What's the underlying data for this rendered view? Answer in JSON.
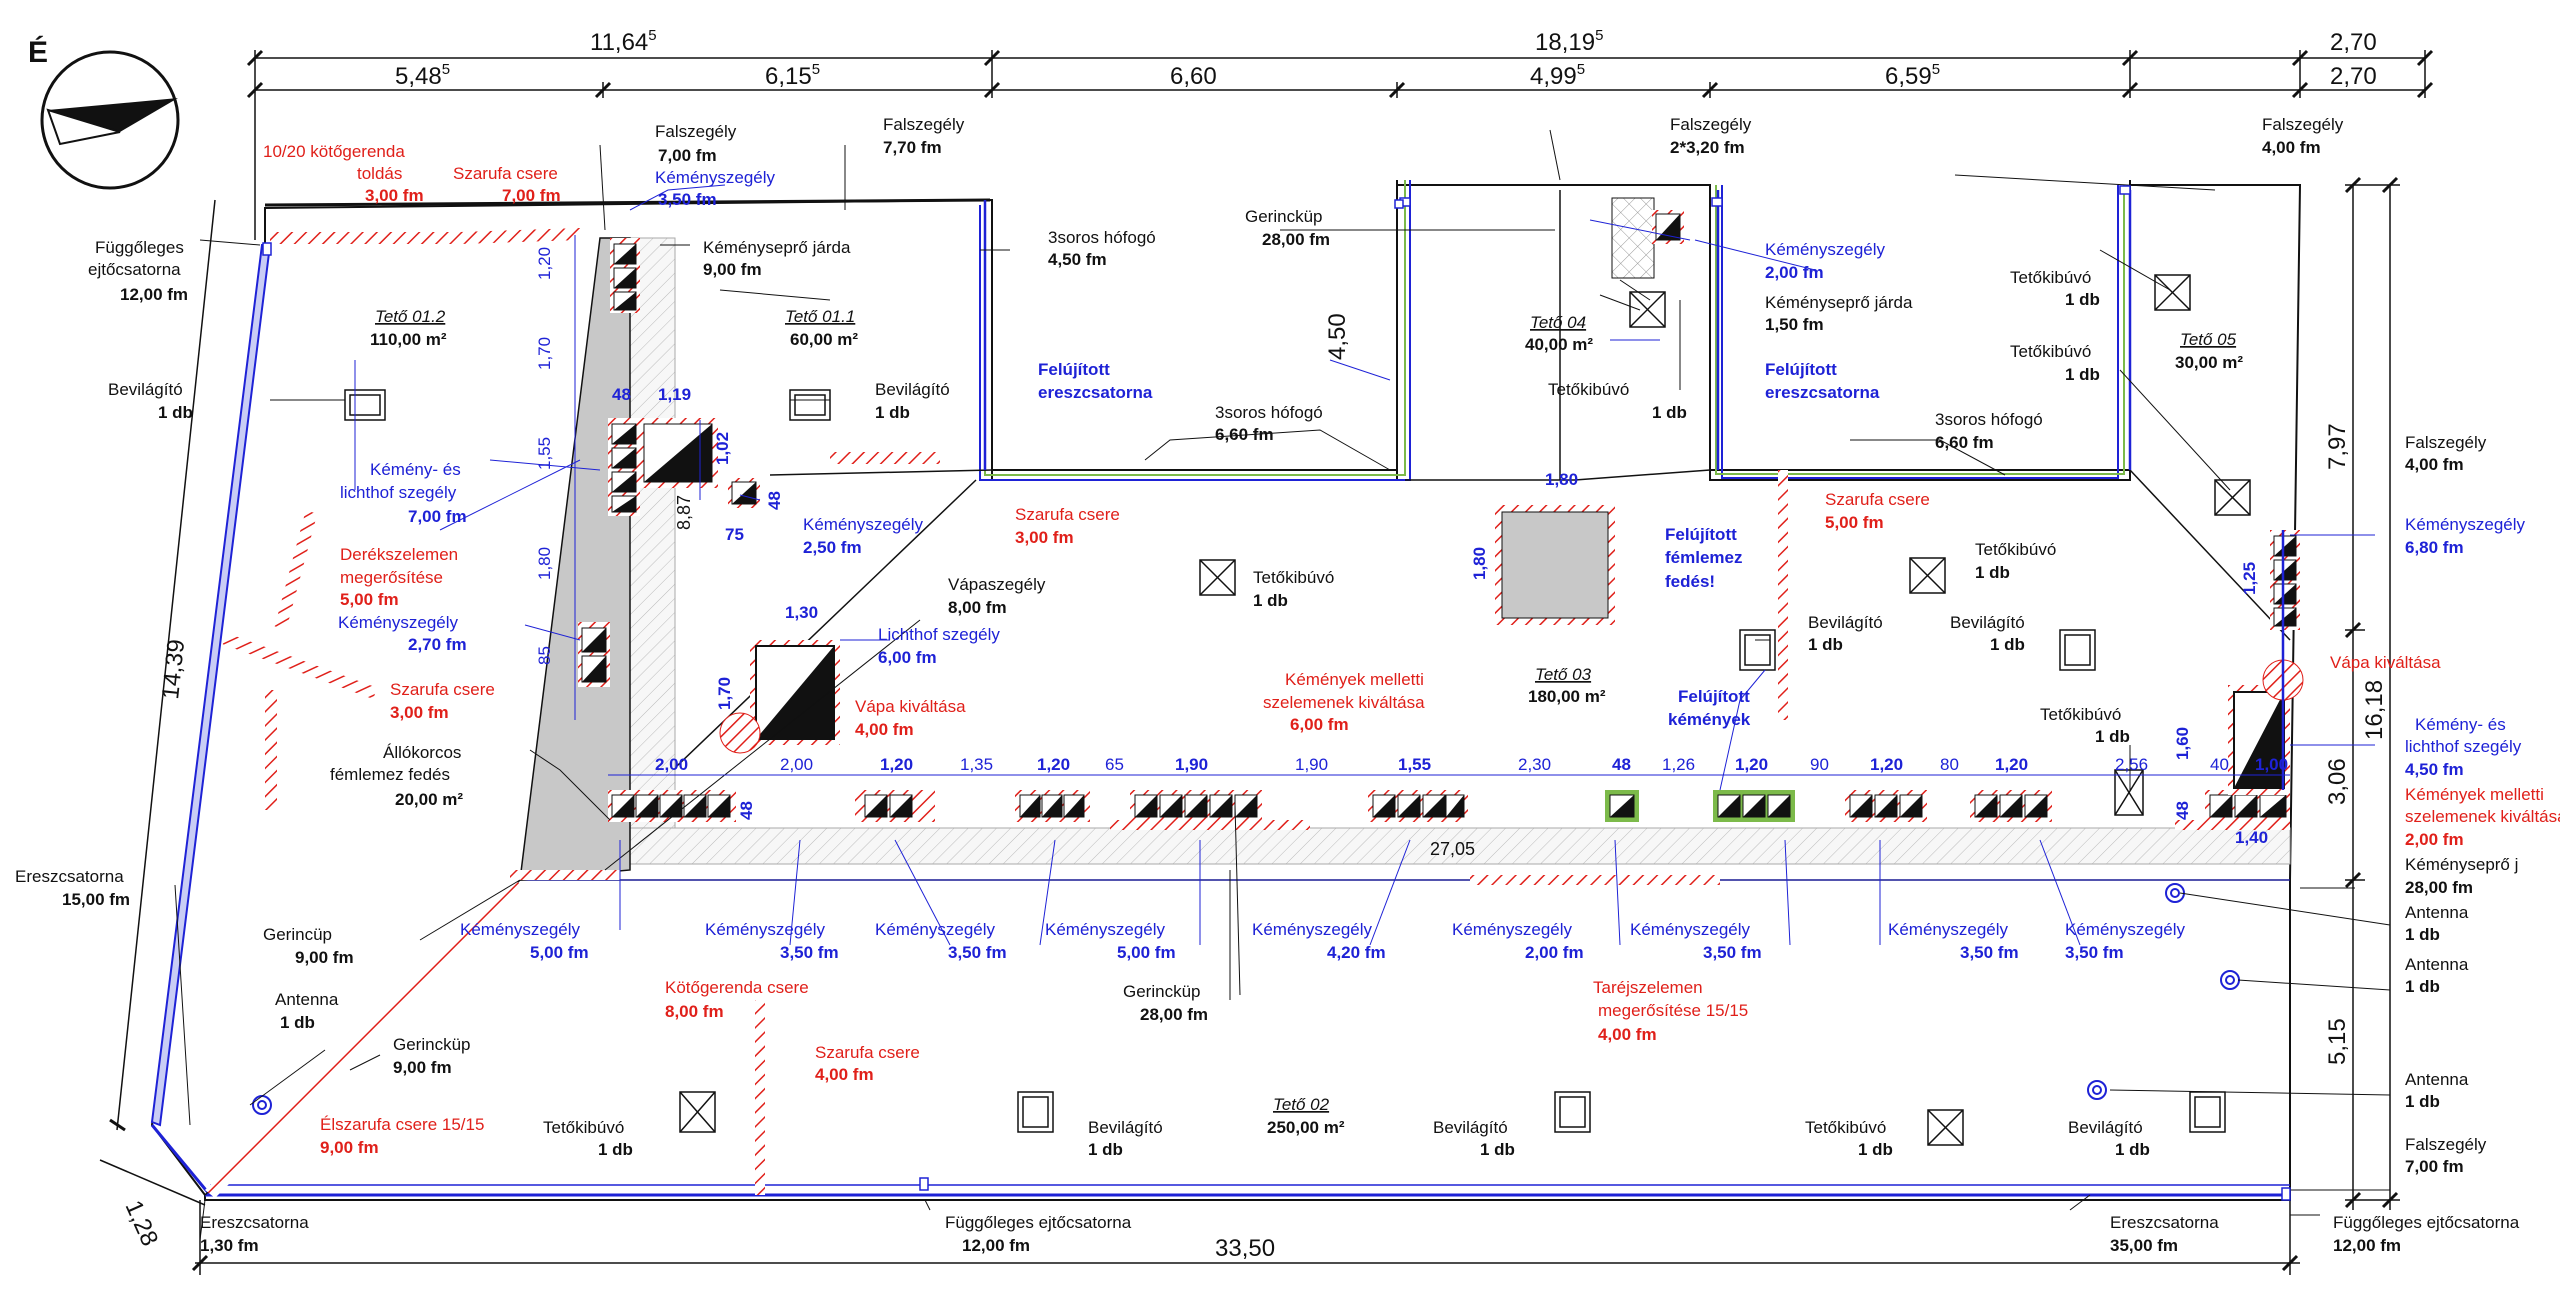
{
  "north_label": "É",
  "dims": {
    "top_total": [
      {
        "base": "11,64",
        "sup": "5"
      },
      {
        "base": "18,19",
        "sup": "5"
      },
      {
        "base": "2,70",
        "sup": ""
      }
    ],
    "top_segments": [
      {
        "base": "5,48",
        "sup": "5"
      },
      {
        "base": "6,15",
        "sup": "5"
      },
      {
        "base": "6,60",
        "sup": ""
      },
      {
        "base": "4,99",
        "sup": "5"
      },
      {
        "base": "6,59",
        "sup": "5"
      },
      {
        "base": "2,70",
        "sup": ""
      }
    ],
    "bottom_total": "33,50",
    "left_total": "14,39",
    "left_corner": "1,28",
    "right_total": "16,18",
    "right_segments": [
      "7,97",
      "3,06",
      "5,15"
    ],
    "court_depth": "4,50",
    "chimney_col": [
      "1,20",
      "1,70",
      "1,55",
      "1,80",
      "85"
    ],
    "chimney_blue": [
      "48",
      "1,19",
      "1,02",
      "48",
      "75",
      "8,87"
    ],
    "row_top": [
      "2,00",
      "2,00",
      "1,20",
      "1,35",
      "1,20",
      "65",
      "1,90",
      "1,90",
      "1,55",
      "2,30",
      "48",
      "1,26",
      "1,20",
      "90",
      "1,20",
      "80",
      "1,20",
      "2,56",
      "40",
      "1,00"
    ],
    "row_side": [
      "48",
      "48",
      "1,60",
      "1,25"
    ],
    "row_len": "27,05",
    "right_small": "1,40",
    "lichthof": [
      "1,30",
      "1,70"
    ],
    "dome": [
      "1,80",
      "1,80"
    ]
  },
  "roofs": [
    {
      "name": "Tető 01.2",
      "area": "110,00 m²"
    },
    {
      "name": "Tető 01.1",
      "area": "60,00 m²"
    },
    {
      "name": "Tető 04",
      "area": "40,00 m²"
    },
    {
      "name": "Tető 05",
      "area": "30,00 m²"
    },
    {
      "name": "Tető 03",
      "area": "180,00 m²"
    },
    {
      "name": "Tető 02",
      "area": "250,00 m²"
    }
  ],
  "labels": {
    "koto_toldas": [
      "10/20 kötőgerenda",
      "toldás",
      "3,00 fm"
    ],
    "szarufa_top": [
      "Szarufa csere",
      "7,00 fm"
    ],
    "falszegely1": [
      "Falszegély",
      "7,00 fm"
    ],
    "kemeny_top": [
      "Kéményszegély",
      "3,50 fm"
    ],
    "falszegely2": [
      "Falszegély",
      "7,70 fm"
    ],
    "kemenyepro1": [
      "Kéményseprő járda",
      "9,00 fm"
    ],
    "hofogo1": [
      "3soros hófogó",
      "4,50 fm"
    ],
    "fugg_left": [
      "Függőleges",
      "ejtőcsatorna",
      "12,00 fm"
    ],
    "bevil1": [
      "Bevilágító",
      "1 db"
    ],
    "bevil2": [
      "Bevilágító",
      "1 db"
    ],
    "felujitott1": [
      "Felújított",
      "ereszcsatorna"
    ],
    "hofogo2": [
      "3soros hófogó",
      "6,60 fm"
    ],
    "kemeny_lichthof": [
      "Kémény- és",
      "lichthof szegély",
      "7,00 fm"
    ],
    "kemeny250": [
      "Kéményszegély",
      "2,50 fm"
    ],
    "szarufa_300a": [
      "Szarufa csere",
      "3,00 fm"
    ],
    "derekszelemen": [
      "Derékszelemen",
      "megerősítése",
      "5,00 fm"
    ],
    "kemeny270": [
      "Kéményszegély",
      "2,70 fm"
    ],
    "szarufa_300b": [
      "Szarufa csere",
      "3,00 fm"
    ],
    "allokorcos": [
      "Állókorcos",
      "fémlemez fedés",
      "20,00 m²"
    ],
    "vapaszegely": [
      "Vápaszegély",
      "8,00 fm"
    ],
    "lichthof": [
      "Lichthof szegély",
      "6,00 fm"
    ],
    "vapa_kivaltas1": [
      "Vápa kiváltása",
      "4,00 fm"
    ],
    "tetokibuvo1": [
      "Tetőkibúvó",
      "1 db"
    ],
    "gerinckup_top": [
      "Gerincküp",
      "28,00 fm"
    ],
    "falszegely3": [
      "Falszegély",
      "2*3,20 fm"
    ],
    "kemeny200a": [
      "Kéményszegély",
      "2,00 fm"
    ],
    "kemenyepro2": [
      "Kéményseprő járda",
      "1,50 fm"
    ],
    "tetokibuvo2": [
      "Tetőkibúvó",
      "1 db"
    ],
    "felujitott2": [
      "Felújított",
      "ereszcsatorna"
    ],
    "hofogo3": [
      "3soros hófogó",
      "6,60 fm"
    ],
    "felujitott_fem": [
      "Felújított",
      "fémlemez",
      "fedés!"
    ],
    "szarufa_500": [
      "Szarufa csere",
      "5,00 fm"
    ],
    "tetokibuvo3": [
      "Tetőkibúvó",
      "1 db"
    ],
    "bevil3": [
      "Bevilágító",
      "1 db"
    ],
    "bevil4": [
      "Bevilágító",
      "1 db"
    ],
    "kemenyek_melletti": [
      "Kémények melletti",
      "szelemenek kiváltása",
      "6,00 fm"
    ],
    "felujitott_kem": [
      "Felújított",
      "kémények"
    ],
    "falszegely4": [
      "Falszegély",
      "4,00 fm"
    ],
    "tetokibuvo4": [
      "Tetőkibúvó",
      "1 db"
    ],
    "tetokibuvo5": [
      "Tetőkibúvó",
      "1 db"
    ],
    "falszegely5": [
      "Falszegély",
      "4,00 fm"
    ],
    "kemeny680": [
      "Kéményszegély",
      "6,80 fm"
    ],
    "vapa_kivaltas2": [
      "Vápa kiváltása"
    ],
    "tetokibuvo6": [
      "Tetőkibúvó",
      "1 db"
    ],
    "kemeny_lichthof2": [
      "Kémény- és",
      "lichthof szegély",
      "4,50 fm"
    ],
    "kemenyek_melletti2": [
      "Kémények melletti",
      "szelemenek kiváltása",
      "2,00 fm"
    ],
    "kemenyepro3": [
      "Kéményseprő j",
      "28,00 fm"
    ],
    "antenna1": [
      "Antenna",
      "1 db"
    ],
    "antenna2": [
      "Antenna",
      "1 db"
    ],
    "antenna3": [
      "Antenna",
      "1 db"
    ],
    "antenna4": [
      "Antenna",
      "1 db"
    ],
    "falszegely6": [
      "Falszegély",
      "7,00 fm"
    ],
    "ereszcs_left": [
      "Ereszcsatorna",
      "15,00 fm"
    ],
    "gerinckup9a": [
      "Gerincüp",
      "9,00 fm"
    ],
    "gerinckup9b": [
      "Gerincküp",
      "9,00 fm"
    ],
    "elszarufa": [
      "Élszarufa csere 15/15",
      "9,00 fm"
    ],
    "kb_500": [
      "Kéményszegély",
      "5,00 fm"
    ],
    "kb_350a": [
      "Kéményszegély",
      "3,50 fm"
    ],
    "kb_350b": [
      "Kéményszegély",
      "3,50 fm"
    ],
    "kb_500b": [
      "Kéményszegély",
      "5,00 fm"
    ],
    "kb_420": [
      "Kéményszegély",
      "4,20 fm"
    ],
    "kb_200": [
      "Kéményszegély",
      "2,00 fm"
    ],
    "kb_350c": [
      "Kéményszegély",
      "3,50 fm"
    ],
    "kb_350d": [
      "Kéményszegély",
      "3,50 fm"
    ],
    "kb_350e": [
      "Kéményszegély",
      "3,50 fm"
    ],
    "kotogerenda": [
      "Kötőgerenda csere",
      "8,00 fm"
    ],
    "szarufa_400": [
      "Szarufa csere",
      "4,00 fm"
    ],
    "gerinckup28": [
      "Gerincküp",
      "28,00 fm"
    ],
    "tarej": [
      "Taréjszelemen",
      "megerősítése 15/15",
      "4,00 fm"
    ],
    "tk_b1": [
      "Tetőkibúvó",
      "1 db"
    ],
    "bv_b1": [
      "Bevilágító",
      "1 db"
    ],
    "bv_b2": [
      "Bevilágító",
      "1 db"
    ],
    "tk_b2": [
      "Tetőkibúvó",
      "1 db"
    ],
    "bv_b3": [
      "Bevilágító",
      "1 db"
    ],
    "eresz130": [
      "Ereszcsatorna",
      "1,30 fm"
    ],
    "fugg_bottom": [
      "Függőleges ejtőcsatorna",
      "12,00 fm"
    ],
    "eresz3500": [
      "Ereszcsatorna",
      "35,00 fm"
    ],
    "fugg_right": [
      "Függőleges ejtőcsatorna",
      "12,00 fm"
    ]
  }
}
